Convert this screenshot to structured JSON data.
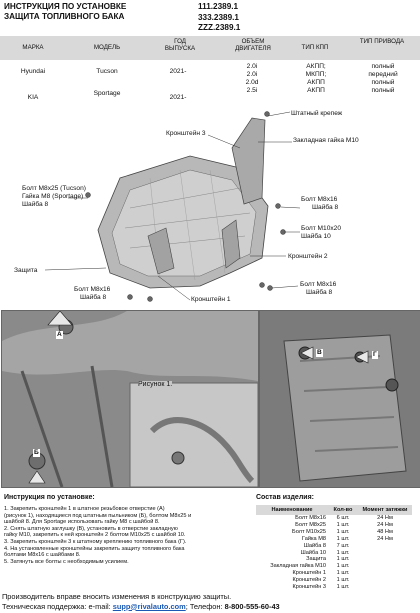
{
  "header": {
    "title_line1": "ИНСТРУКЦИЯ ПО УСТАНОВКЕ",
    "title_line2": "ЗАЩИТА ТОПЛИВНОГО БАКА",
    "codes": [
      "111.2389.1",
      "333.2389.1",
      "ZZZ.2389.1"
    ]
  },
  "spec": {
    "headers": [
      "МАРКА",
      "МОДЕЛЬ",
      "ГОД ВЫПУСКА",
      "ОБЪЕМ ДВИГАТЕЛЯ",
      "ТИП КПП",
      "ТИП ПРИВОДА"
    ],
    "rows": [
      {
        "brand": "Hyundai",
        "model": "Tucson",
        "year": "2021-",
        "engine": "2.0i\n2.0i\n2.0d",
        "gearbox": "АКПП;\nМКПП;\nАКПП",
        "drive": "полный\nпередний\nполный"
      },
      {
        "brand": "KIA",
        "model": "Sportage",
        "year": "2021-",
        "engine": "2.5i",
        "gearbox": "АКПП",
        "drive": "полный"
      }
    ]
  },
  "callouts": {
    "std_mount": "Штатный крепеж",
    "bracket3": "Кронштейн 3",
    "nut_m10": "Закладная гайка М10",
    "bolt_m8x25": "Болт М8х25 (Tucson)",
    "nut_m8": "Гайка М8 (Sportage)",
    "washer8a": "Шайба 8",
    "bolt_m8x16a": "Болт М8х16",
    "washer8b": "Шайба 8",
    "bolt_m10x20": "Болт М10х20",
    "washer10": "Шайба 10",
    "bracket2": "Кронштейн 2",
    "guard": "Защита",
    "bolt_m8x16b": "Болт М8х16",
    "washer8c": "Шайба 8",
    "bracket1": "Кронштейн 1",
    "bolt_m8x16c": "Болт М8х16",
    "washer8d": "Шайба 8"
  },
  "photos": {
    "figure1_label": "Рисунок 1.",
    "labels": [
      "А",
      "Б",
      "В",
      "Г"
    ]
  },
  "instructions": {
    "title": "Инструкция по установке:",
    "steps": [
      "1. Закрепить кронштейн 1 в штатное резьбовое отверстие (А)",
      "(рисунок 1), находящиеся под штатным пыльником (Б), болтом М8х25 и",
      "шайбой 8. Для Sportage использовать гайку М8 с шайбой 8.",
      "2. Снять штатную заглушку (В), установить в отверстие закладную",
      "гайку М10, закрепить к ней кронштейн 2 болтом М10х25 с шайбой 10.",
      "3. Закрепить кронштейн 3 к штатному креплению топливного бака (Г).",
      "4. На установленные кронштейны закрепить защиту топливного бака",
      "болтами М8х16 с шайбами 8.",
      "5. Затянуть все болты с необходимым усилием."
    ]
  },
  "parts": {
    "title": "Состав изделия:",
    "headers": [
      "Наименование",
      "Кол-во",
      "Момент затяжки"
    ],
    "rows": [
      [
        "Болт М8х16",
        "6 шт.",
        "24 Нм"
      ],
      [
        "Болт М8х25",
        "1 шт.",
        "24 Нм"
      ],
      [
        "Болт М10х25",
        "1 шт.",
        "48 Нм"
      ],
      [
        "Гайка М8",
        "1 шт.",
        "24 Нм"
      ],
      [
        "Шайба 8",
        "7 шт.",
        ""
      ],
      [
        "Шайба 10",
        "1 шт.",
        ""
      ],
      [
        "Защита",
        "1 шт.",
        ""
      ],
      [
        "Закладная гайка М10",
        "1 шт.",
        ""
      ],
      [
        "Кронштейн 1",
        "1 шт.",
        ""
      ],
      [
        "Кронштейн 2",
        "1 шт.",
        ""
      ],
      [
        "Кронштейн 3",
        "1 шт.",
        ""
      ]
    ]
  },
  "footer": {
    "line1": "Производитель вправе вносить изменения в конструкцию защиты.",
    "support_label": "Техническая поддержка:",
    "email_label": "e-mail:",
    "email": "supp@rivalauto.com",
    "phone_label": "Телефон:",
    "phone": "8-800-555-60-43"
  }
}
